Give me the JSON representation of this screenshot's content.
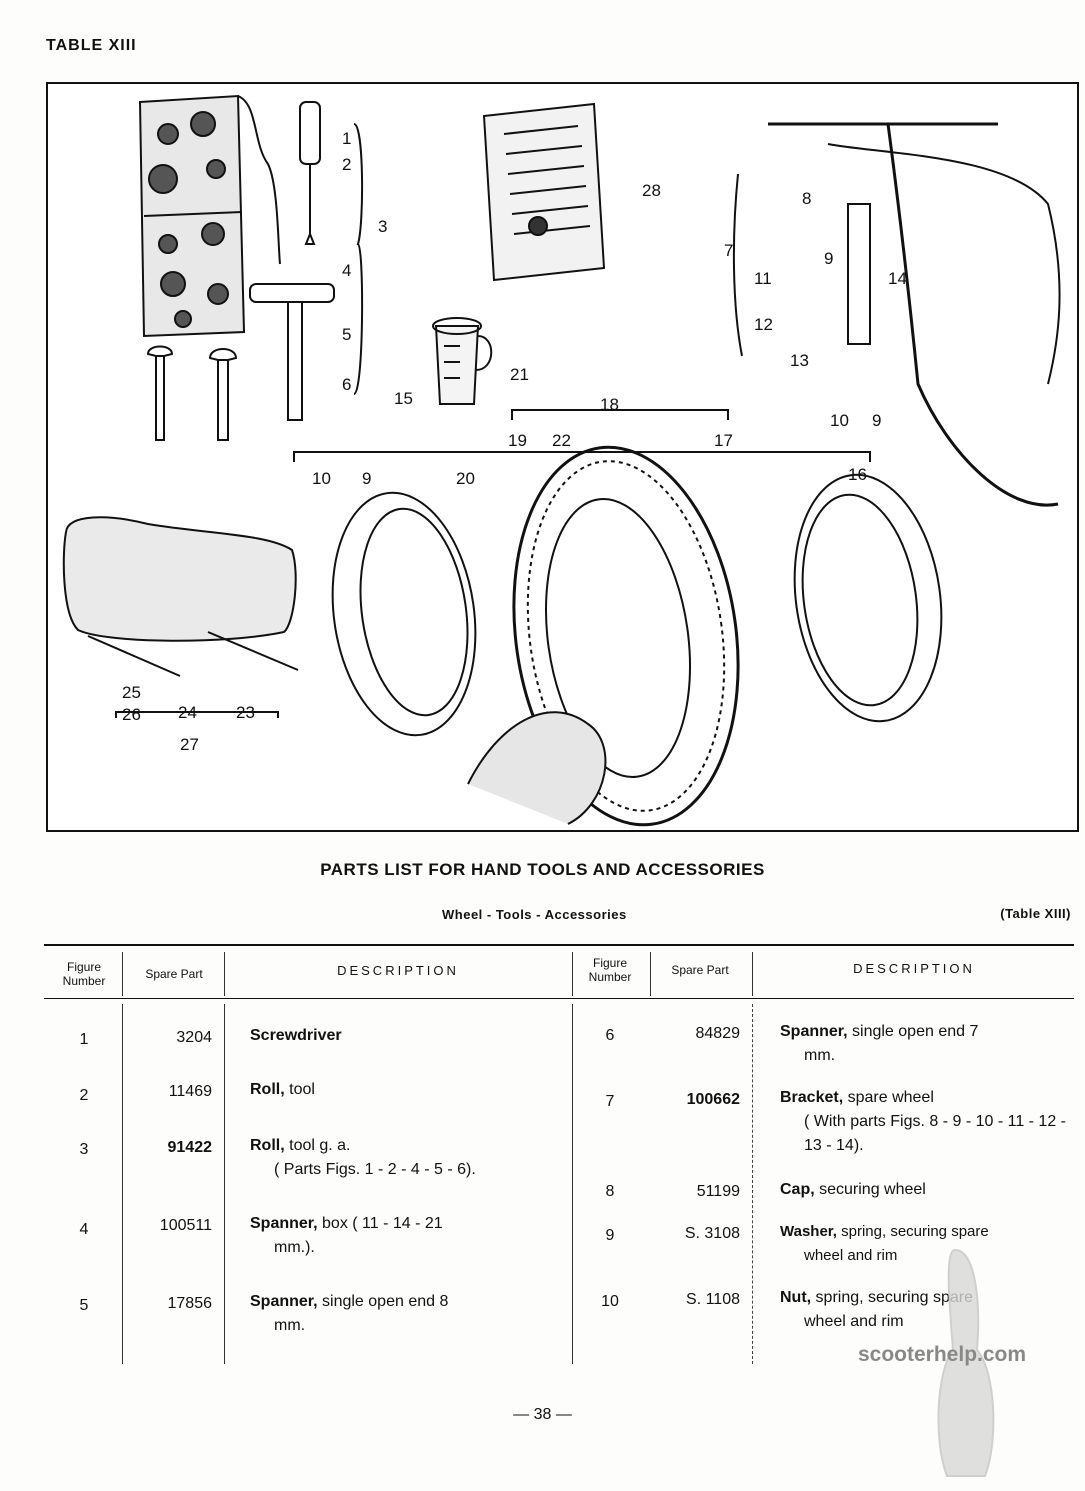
{
  "table_tag": "TABLE XIII",
  "figure": {
    "callouts": [
      "1",
      "2",
      "3",
      "4",
      "5",
      "6",
      "7",
      "8",
      "9",
      "10",
      "11",
      "12",
      "13",
      "14",
      "15",
      "16",
      "17",
      "18",
      "19",
      "20",
      "21",
      "22",
      "23",
      "24",
      "25",
      "26",
      "27",
      "28"
    ]
  },
  "list_title": "PARTS LIST FOR HAND TOOLS AND ACCESSORIES",
  "sub_title": "Wheel - Tools - Accessories",
  "table_ref": "(Table XIII)",
  "headers": {
    "figure_number": "Figure Number",
    "spare_part": "Spare Part",
    "description": "DESCRIPTION"
  },
  "left_rows": [
    {
      "fig": "1",
      "part": "3204",
      "bold_part": false,
      "name": "Screwdriver",
      "rest": "",
      "cont": ""
    },
    {
      "fig": "2",
      "part": "11469",
      "bold_part": false,
      "name": "Roll,",
      "rest": " tool",
      "cont": ""
    },
    {
      "fig": "3",
      "part": "91422",
      "bold_part": true,
      "name": "Roll,",
      "rest": " tool g. a.",
      "cont": "( Parts Figs. 1 - 2 - 4 - 5 - 6)."
    },
    {
      "fig": "4",
      "part": "100511",
      "bold_part": false,
      "name": "Spanner,",
      "rest": " box ( 11 - 14 - 21",
      "cont": "mm.)."
    },
    {
      "fig": "5",
      "part": "17856",
      "bold_part": false,
      "name": "Spanner,",
      "rest": " single open end 8",
      "cont": "mm."
    }
  ],
  "right_rows": [
    {
      "fig": "6",
      "part": "84829",
      "bold_part": false,
      "name": "Spanner,",
      "rest": " single open end 7",
      "cont": "mm."
    },
    {
      "fig": "7",
      "part": "100662",
      "bold_part": true,
      "name": "Bracket,",
      "rest": " spare wheel",
      "cont": "( With parts Figs. 8 - 9 - 10 - 11 - 12 - 13 - 14)."
    },
    {
      "fig": "8",
      "part": "51199",
      "bold_part": false,
      "name": "Cap,",
      "rest": " securing wheel",
      "cont": ""
    },
    {
      "fig": "9",
      "part": "S. 3108",
      "bold_part": false,
      "name": "Washer,",
      "rest": " spring, securing spare",
      "cont": "wheel and rim"
    },
    {
      "fig": "10",
      "part": "S. 1108",
      "bold_part": false,
      "name": "Nut,",
      "rest": " spring, securing spare",
      "cont": "wheel and rim"
    }
  ],
  "page_number": "— 38 —",
  "watermark": "scooterhelp.com"
}
